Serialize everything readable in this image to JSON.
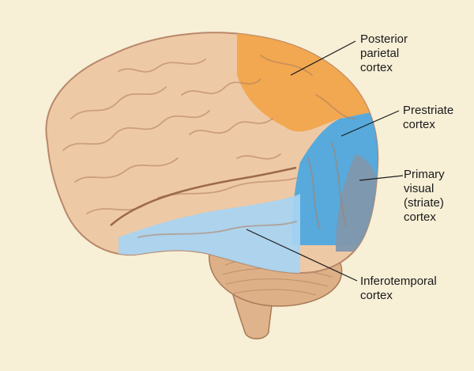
{
  "labels": {
    "posterior_parietal": "Posterior\nparietal\ncortex",
    "prestriate": "Prestriate\ncortex",
    "primary_visual": "Primary\nvisual\n(striate)\ncortex",
    "inferotemporal": "Inferotemporal\ncortex"
  },
  "colors": {
    "background": "#f7efd6",
    "brain": "#eec9a5",
    "posterior_parietal": "#f1a54a",
    "prestriate": "#4aa7e0",
    "primary_visual": "#7f97ad",
    "inferotemporal": "#a8d4f2",
    "cerebellum": "#ddb088"
  }
}
